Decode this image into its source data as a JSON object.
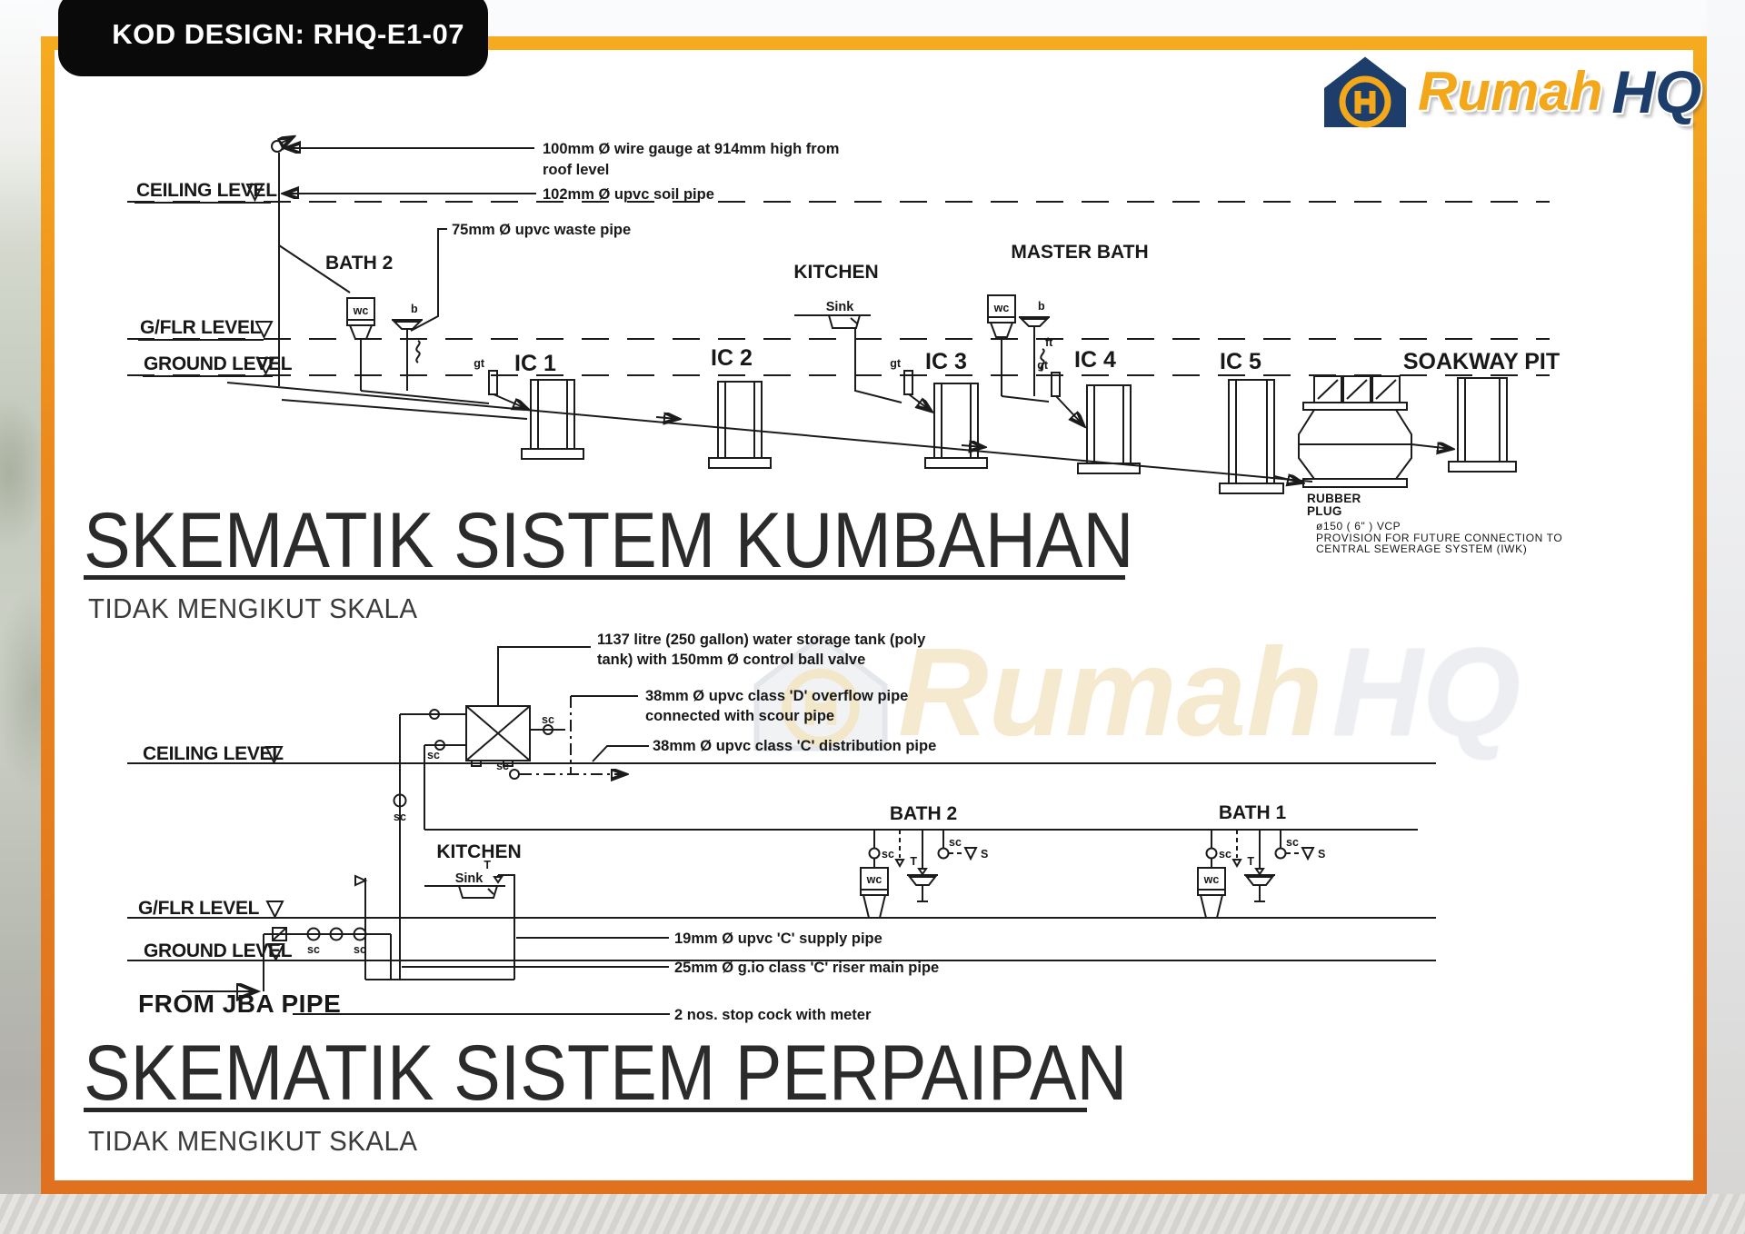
{
  "badge": {
    "kod_design": "KOD DESIGN: RHQ-E1-07"
  },
  "logo": {
    "rumah": "Rumah",
    "hq": "HQ"
  },
  "watermark": {
    "rumah": "Rumah",
    "hq": "HQ"
  },
  "colors": {
    "frame": "#EC8A1E",
    "badge_bg": "#0A0A0A",
    "logo_gold": "#F3A81B",
    "logo_navy": "#1D3E6B",
    "ink": "#1B1B1B"
  },
  "levels": {
    "ceiling": "CEILING LEVEL",
    "gflr": "G/FLR LEVEL",
    "ground": "GROUND LEVEL"
  },
  "symbols": {
    "wc": "wc",
    "basin": "b",
    "gully": "gt",
    "floor_trap": "ft",
    "stopcock": "sc",
    "tap": "T",
    "shower": "S",
    "sink": "Sink"
  },
  "sewerage": {
    "title": "SKEMATIK SISTEM KUMBAHAN",
    "subtitle": "TIDAK MENGIKUT SKALA",
    "rooms": {
      "bath2": "BATH 2",
      "kitchen": "KITCHEN",
      "master_bath": "MASTER BATH"
    },
    "chambers": [
      "IC 1",
      "IC 2",
      "IC 3",
      "IC 4",
      "IC 5"
    ],
    "soakway": "SOAKWAY PIT",
    "notes": {
      "wire1": "100mm Ø wire gauge at 914mm high from",
      "wire2": "roof level",
      "soil": "102mm Ø upvc soil pipe",
      "waste": "75mm Ø upvc waste pipe",
      "rubber1": "RUBBER",
      "rubber2": "PLUG",
      "vcp1": "ø150 ( 6\" ) VCP",
      "vcp2": "PROVISION FOR FUTURE CONNECTION TO",
      "vcp3": "CENTRAL SEWERAGE SYSTEM (IWK)"
    }
  },
  "piping": {
    "title": "SKEMATIK SISTEM PERPAIPAN",
    "subtitle": "TIDAK MENGIKUT SKALA",
    "rooms": {
      "bath2": "BATH 2",
      "bath1": "BATH 1",
      "kitchen": "KITCHEN"
    },
    "from_jba": "FROM JBA PIPE",
    "notes": {
      "tank1": "1137 litre (250 gallon) water storage tank (poly",
      "tank2": "tank) with 150mm Ø control ball valve",
      "overflow1": "38mm Ø upvc class 'D' overflow pipe",
      "overflow2": "connected with scour pipe",
      "distribution": "38mm Ø upvc class 'C' distribution pipe",
      "supply": "19mm Ø upvc 'C' supply pipe",
      "riser": "25mm Ø g.io class 'C' riser main pipe",
      "meter": "2 nos. stop cock with meter"
    }
  }
}
